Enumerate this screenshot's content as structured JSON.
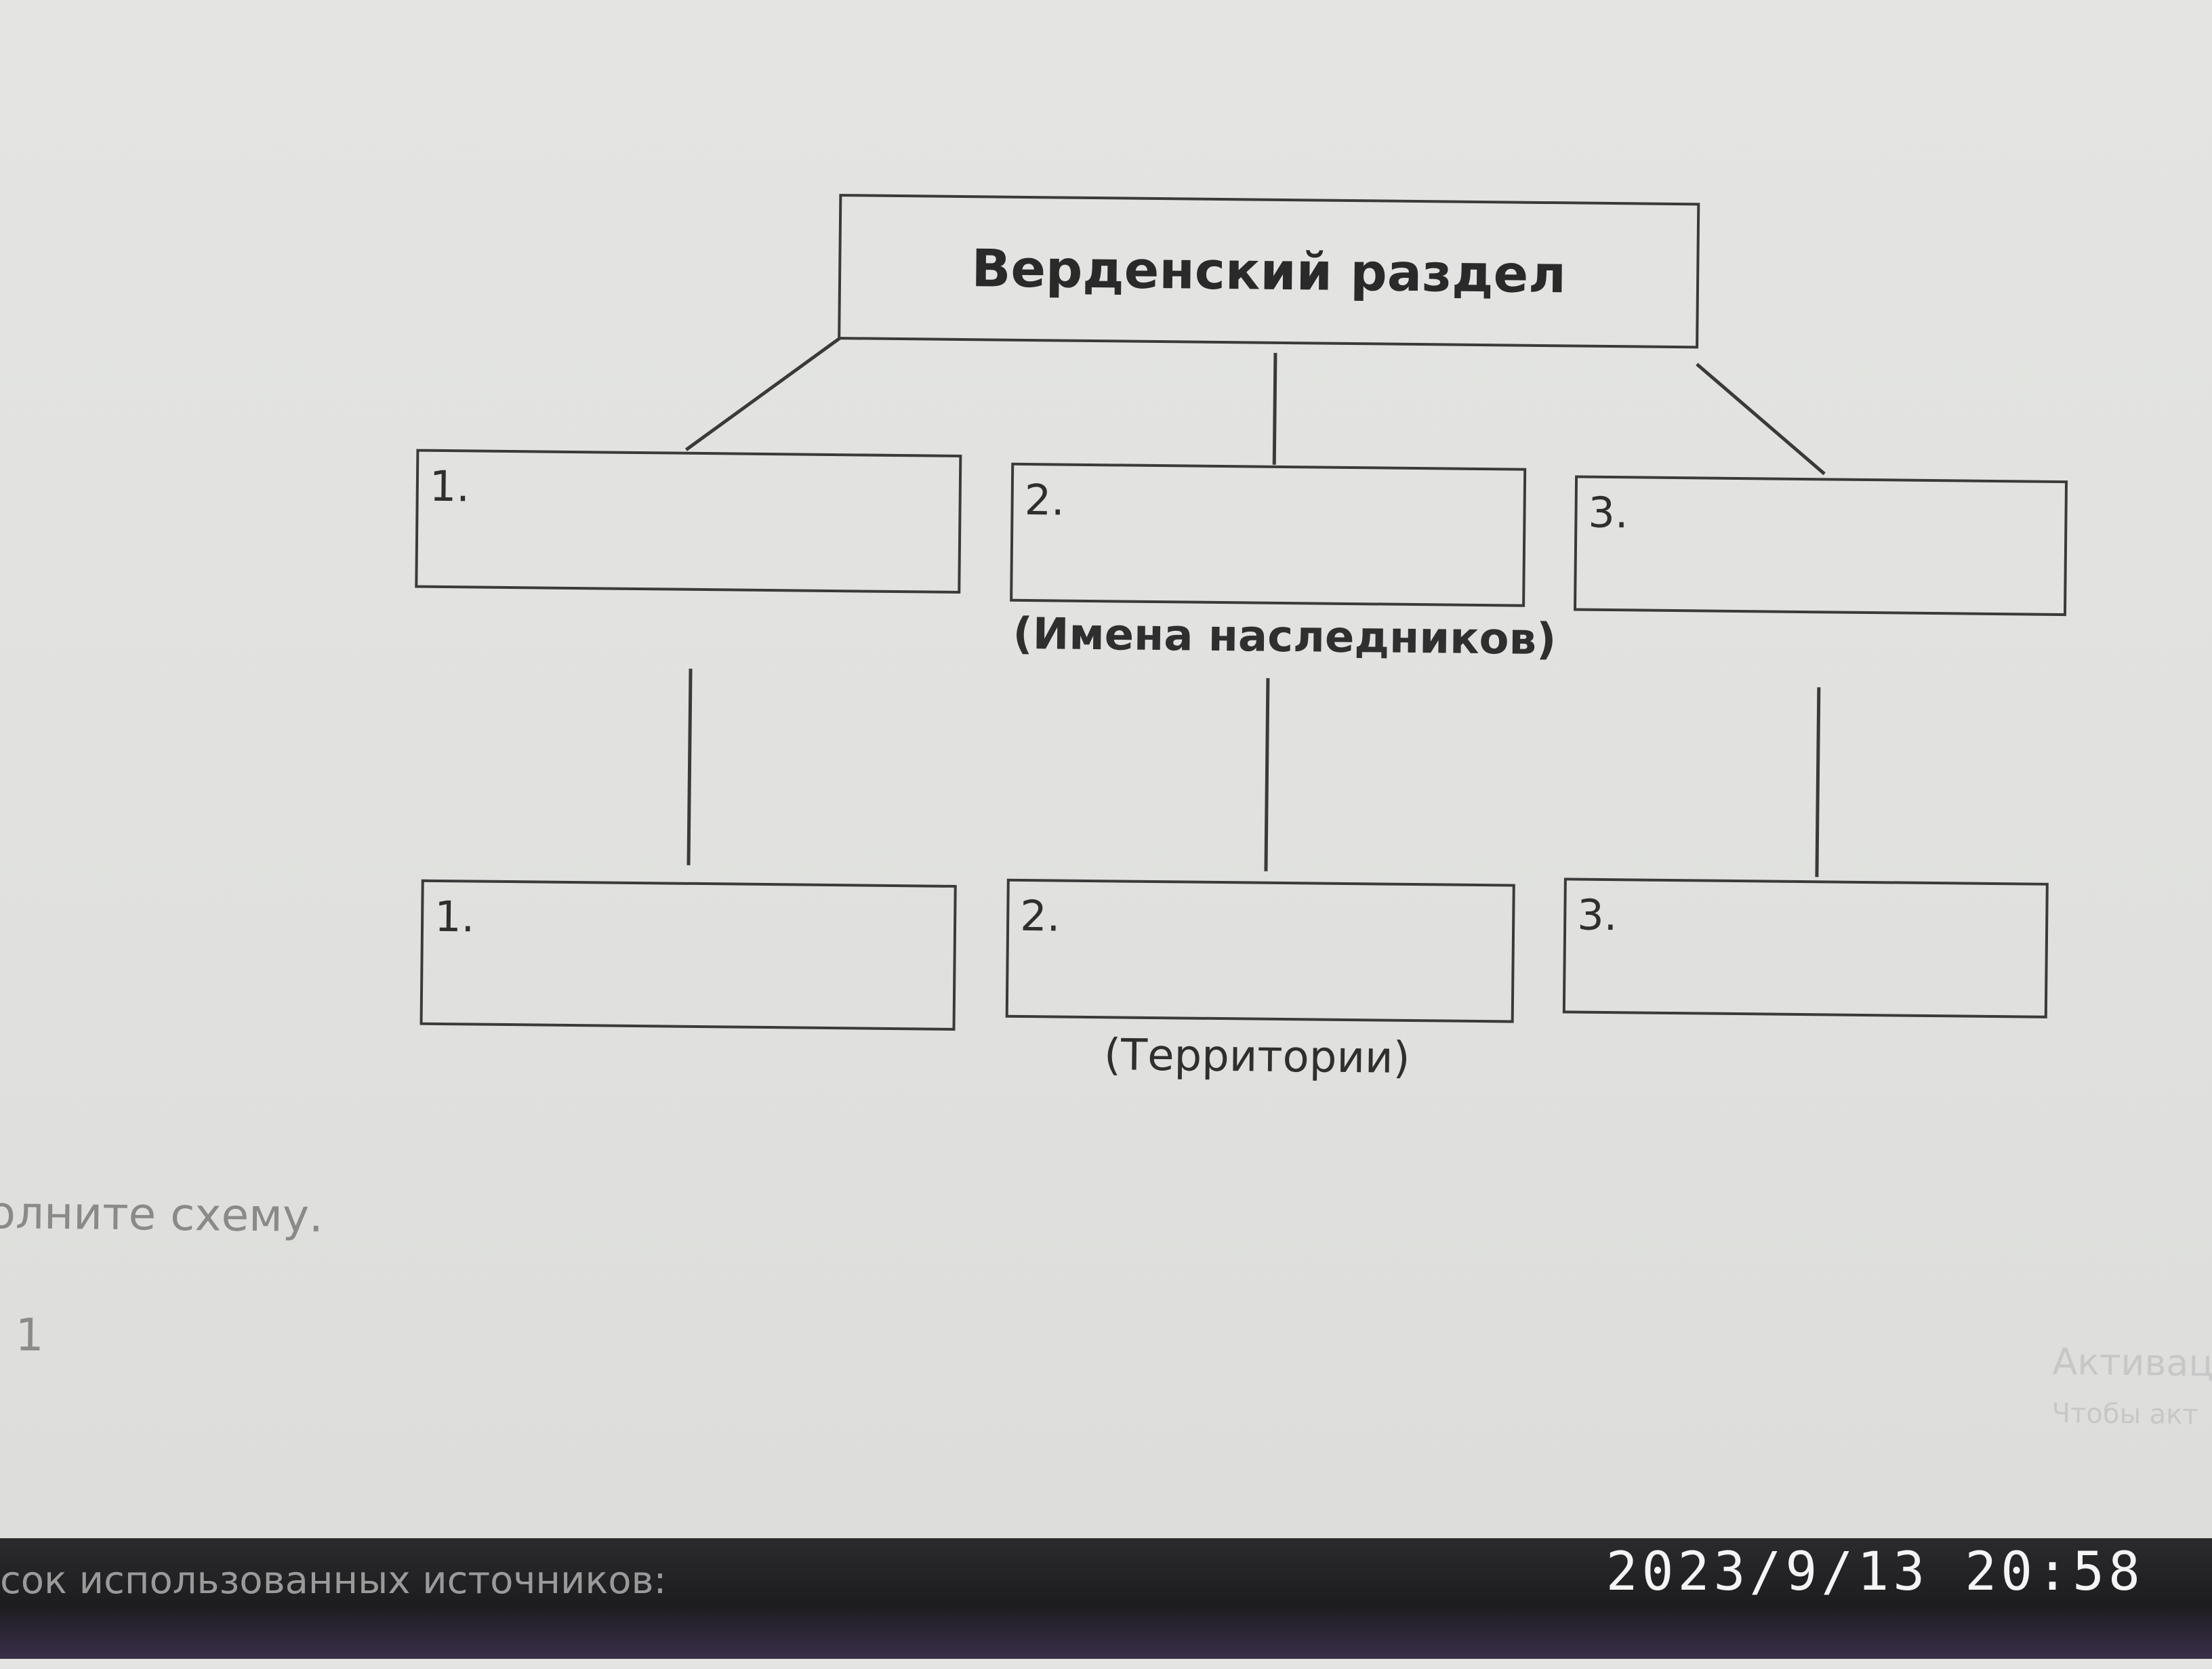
{
  "diagram": {
    "root": {
      "label": "Верденский раздел"
    },
    "heirs": {
      "numbers": [
        "1.",
        "2.",
        "3."
      ],
      "caption": "(Имена наследников)"
    },
    "territories": {
      "numbers": [
        "1.",
        "2.",
        "3."
      ],
      "caption": "(Территории)"
    }
  },
  "page": {
    "instruction": "олните схему.",
    "item_label": ". 1",
    "footer": "сок использованных источников:"
  },
  "watermark": {
    "line1": "Активац",
    "line2": "Чтобы акт"
  },
  "photo": {
    "timestamp": "2023/9/13 20:58"
  },
  "colors": {
    "line": "#3a3a3a",
    "text": "#2a2a2a",
    "background": "#e2e3e0",
    "taskbar": "#222125"
  }
}
